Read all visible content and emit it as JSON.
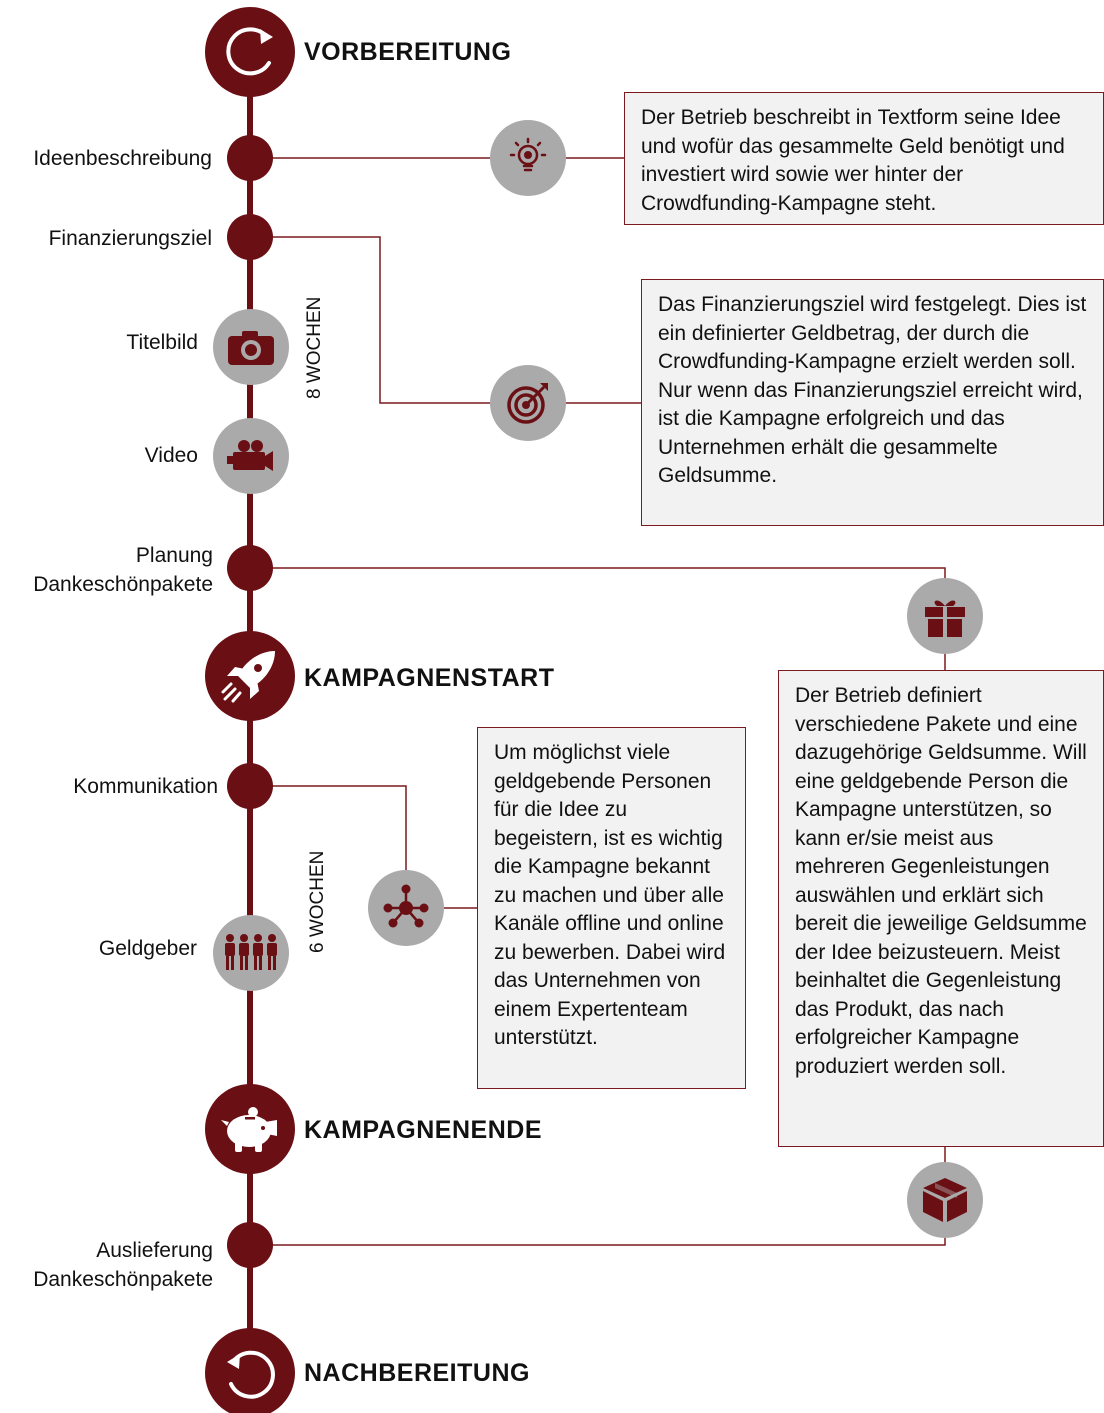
{
  "phases": {
    "vorbereitung": "VORBEREITUNG",
    "kampagnenstart": "KAMPAGNENSTART",
    "kampagnenende": "KAMPAGNENENDE",
    "nachbereitung": "NACHBEREITUNG"
  },
  "steps": {
    "ideenbeschreibung": "Ideenbeschreibung",
    "finanzierungsziel": "Finanzierungsziel",
    "titelbild": "Titelbild",
    "video": "Video",
    "planung_line1": "Planung",
    "planung_line2": "Dankeschönpakete",
    "kommunikation": "Kommunikation",
    "geldgeber": "Geldgeber",
    "auslieferung_line1": "Auslieferung",
    "auslieferung_line2": "Dankeschönpakete"
  },
  "durations": {
    "first": "8 WOCHEN",
    "second": "6 WOCHEN"
  },
  "boxes": {
    "idee": "Der Betrieb beschreibt in Textform seine Idee und wofür das gesammelte Geld benötigt und investiert wird sowie wer hinter der Crowdfunding-Kampagne steht.",
    "ziel": "Das Finanzierungsziel wird festgelegt. Dies ist ein definierter Geldbetrag, der durch die Crowdfunding-Kampagne erzielt werden soll. Nur wenn das Finanzierungsziel erreicht wird, ist die Kampagne erfolgreich und das Unternehmen erhält die gesammelte Geldsumme.",
    "kommunikation": "Um möglichst viele geldgebende Personen für die Idee zu begeistern, ist es wichtig die Kampagne bekannt zu machen und über alle Kanäle offline und online zu bewerben. Dabei wird das Unternehmen von einem Expertenteam unterstützt.",
    "pakete": "Der Betrieb definiert verschiedene Pakete und eine dazugehörige Geldsumme. Will eine geldgebende Person die Kampagne unterstützen, so kann er/sie meist aus mehreren Gegenleistungen auswählen und erklärt sich bereit die jeweilige Geldsumme der Idee beizusteuern. Meist beinhaltet die Gegenleistung das Produkt, das nach erfolgreicher Kampagne produziert werden soll."
  },
  "colors": {
    "primary": "#6a0f14",
    "grey_icon_bg": "#aaaaaa",
    "box_bg": "#f2f2f2"
  },
  "icons": [
    "refresh-icon",
    "lightbulb-icon",
    "target-icon",
    "camera-icon",
    "video-camera-icon",
    "gift-icon",
    "rocket-icon",
    "network-icon",
    "people-icon",
    "piggy-bank-icon",
    "package-icon",
    "undo-icon"
  ]
}
